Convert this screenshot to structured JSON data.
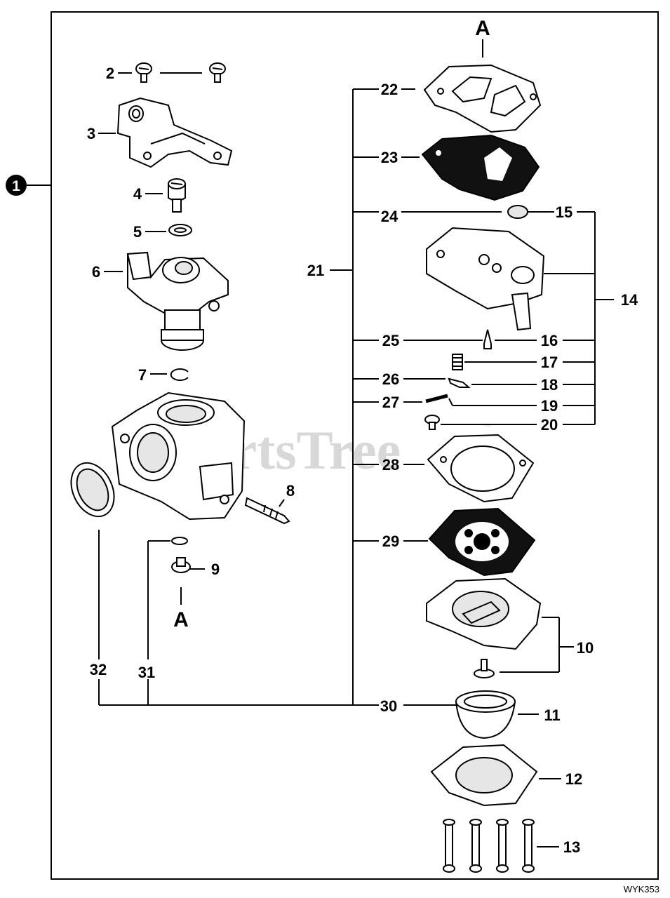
{
  "diagram": {
    "assembly_callout": "1",
    "watermark": "PartsTree",
    "watermark_mark": "™",
    "figure_code": "WYK353",
    "connector_label": "A",
    "callouts": {
      "c2": "2",
      "c3": "3",
      "c4": "4",
      "c5": "5",
      "c6": "6",
      "c7": "7",
      "c8": "8",
      "c9": "9",
      "c10": "10",
      "c11": "11",
      "c12": "12",
      "c13": "13",
      "c14": "14",
      "c15": "15",
      "c16": "16",
      "c17": "17",
      "c18": "18",
      "c19": "19",
      "c20": "20",
      "c21": "21",
      "c22": "22",
      "c23": "23",
      "c24": "24",
      "c25": "25",
      "c26": "26",
      "c27": "27",
      "c28": "28",
      "c29": "29",
      "c30": "30",
      "c31": "31",
      "c32": "32"
    },
    "icons": [
      "screw-icon",
      "bracket-icon",
      "gasket-icon",
      "diaphragm-icon",
      "primer-bulb-icon",
      "carburetor-body-icon"
    ]
  }
}
